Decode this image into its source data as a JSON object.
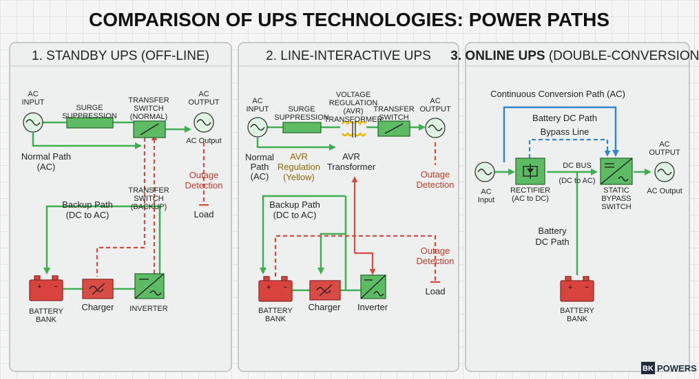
{
  "title": "COMPARISON OF UPS TECHNOLOGIES: POWER PATHS",
  "colors": {
    "normal_path": "#3fae52",
    "backup_path": "#d84a3f",
    "online_path": "#2f86c8",
    "avr_transformer": "#e6b800"
  },
  "panel1": {
    "title": "1. STANDBY UPS (OFF-LINE)",
    "ac_input": [
      "AC",
      "INPUT"
    ],
    "surge": [
      "SURGE",
      "SUPPRESSION"
    ],
    "transfer_normal": [
      "TRANSFER",
      "SWITCH",
      "(NORMAL)"
    ],
    "ac_output": [
      "AC",
      "OUTPUT"
    ],
    "ac_output_sub": "AC Output",
    "normal_path": [
      "Normal Path",
      "(AC)"
    ],
    "outage": [
      "Outage",
      "Detection"
    ],
    "transfer_backup": [
      "TRANSFER",
      "SWITCH",
      "(BACKUP)"
    ],
    "backup_path": [
      "Backup Path",
      "(DC to AC)"
    ],
    "load": "Load",
    "battery": [
      "BATTERY",
      "BANK"
    ],
    "charger": "Charger",
    "inverter": "INVERTER"
  },
  "panel2": {
    "title": "2. LINE-INTERACTIVE UPS",
    "ac_input": [
      "AC",
      "INPUT"
    ],
    "surge": [
      "SURGE",
      "SUPPRESSION"
    ],
    "avr": [
      "VOLTAGE",
      "REGULATION",
      "(AVR)",
      "TRANSFORMER"
    ],
    "transfer": [
      "TRANSFER",
      "SWITCH"
    ],
    "ac_output": [
      "AC",
      "OUTPUT"
    ],
    "normal_path": [
      "Normal",
      "Path",
      "(AC)"
    ],
    "avr_regulation": [
      "AVR",
      "Regulation",
      "(Yellow)"
    ],
    "avr_transformer": [
      "AVR",
      "Transformer"
    ],
    "outage_top": [
      "Outage",
      "Detection"
    ],
    "backup_path": [
      "Backup Path",
      "(DC to AC)"
    ],
    "outage_bottom": [
      "Outage",
      "Detection"
    ],
    "load": "Load",
    "battery": [
      "BATTERY",
      "BANK"
    ],
    "charger": "Charger",
    "inverter": "Inverter"
  },
  "panel3": {
    "title_bold": "3. ONLINE UPS",
    "title_rest": " (DOUBLE-CONVERSION)",
    "continuous": "Continuous Conversion Path (AC)",
    "battery_dc": "Battery DC Path",
    "bypass": "Bypass Line",
    "ac_output": [
      "AC",
      "OUTPUT"
    ],
    "dc_bus": [
      "DC BUS",
      "(DC to AC)"
    ],
    "ac_input": [
      "AC",
      "Input"
    ],
    "rectifier": [
      "RECTIFIER",
      "(AC to DC)"
    ],
    "static_bypass": [
      "STATIC",
      "BYPASS",
      "SWITCH"
    ],
    "ac_output_sub": "AC Output",
    "battery_dc_vertical": [
      "Battery",
      "DC Path"
    ],
    "battery": [
      "BATTERY",
      "BANK"
    ]
  },
  "logo": {
    "mark": "BK",
    "text": "POWERS"
  }
}
